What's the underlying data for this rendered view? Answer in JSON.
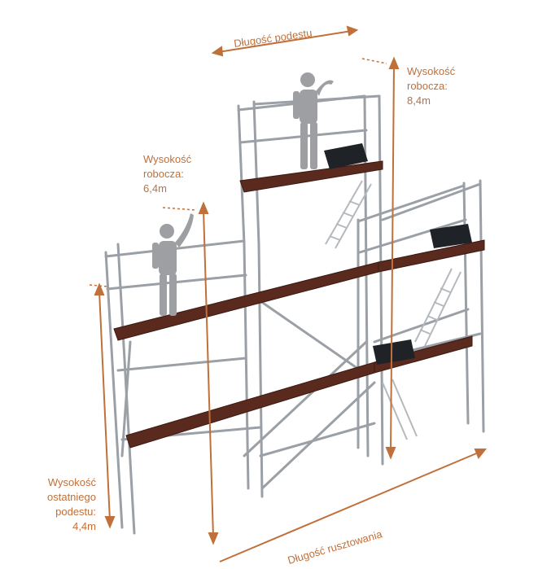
{
  "labels": {
    "top_length": "Długość podestu",
    "working_height_high_line1": "Wysokość",
    "working_height_high_line2": "robocza:",
    "working_height_high_line3": "8,4m",
    "working_height_mid_line1": "Wysokość",
    "working_height_mid_line2": "robocza:",
    "working_height_mid_line3": "6,4m",
    "last_platform_line1": "Wysokość",
    "last_platform_line2": "ostatniego",
    "last_platform_line3": "podestu:",
    "last_platform_line4": "4,4m",
    "bottom_length": "Długość rusztowania"
  },
  "colors": {
    "annotation": "#c0703a",
    "frame": "#9aa0a6",
    "frame_dark": "#6b7077",
    "deck": "#5a2a1e",
    "deck_edge": "#3b1a12",
    "figure": "#9d9fa2",
    "toolbox": "#1f2226"
  }
}
